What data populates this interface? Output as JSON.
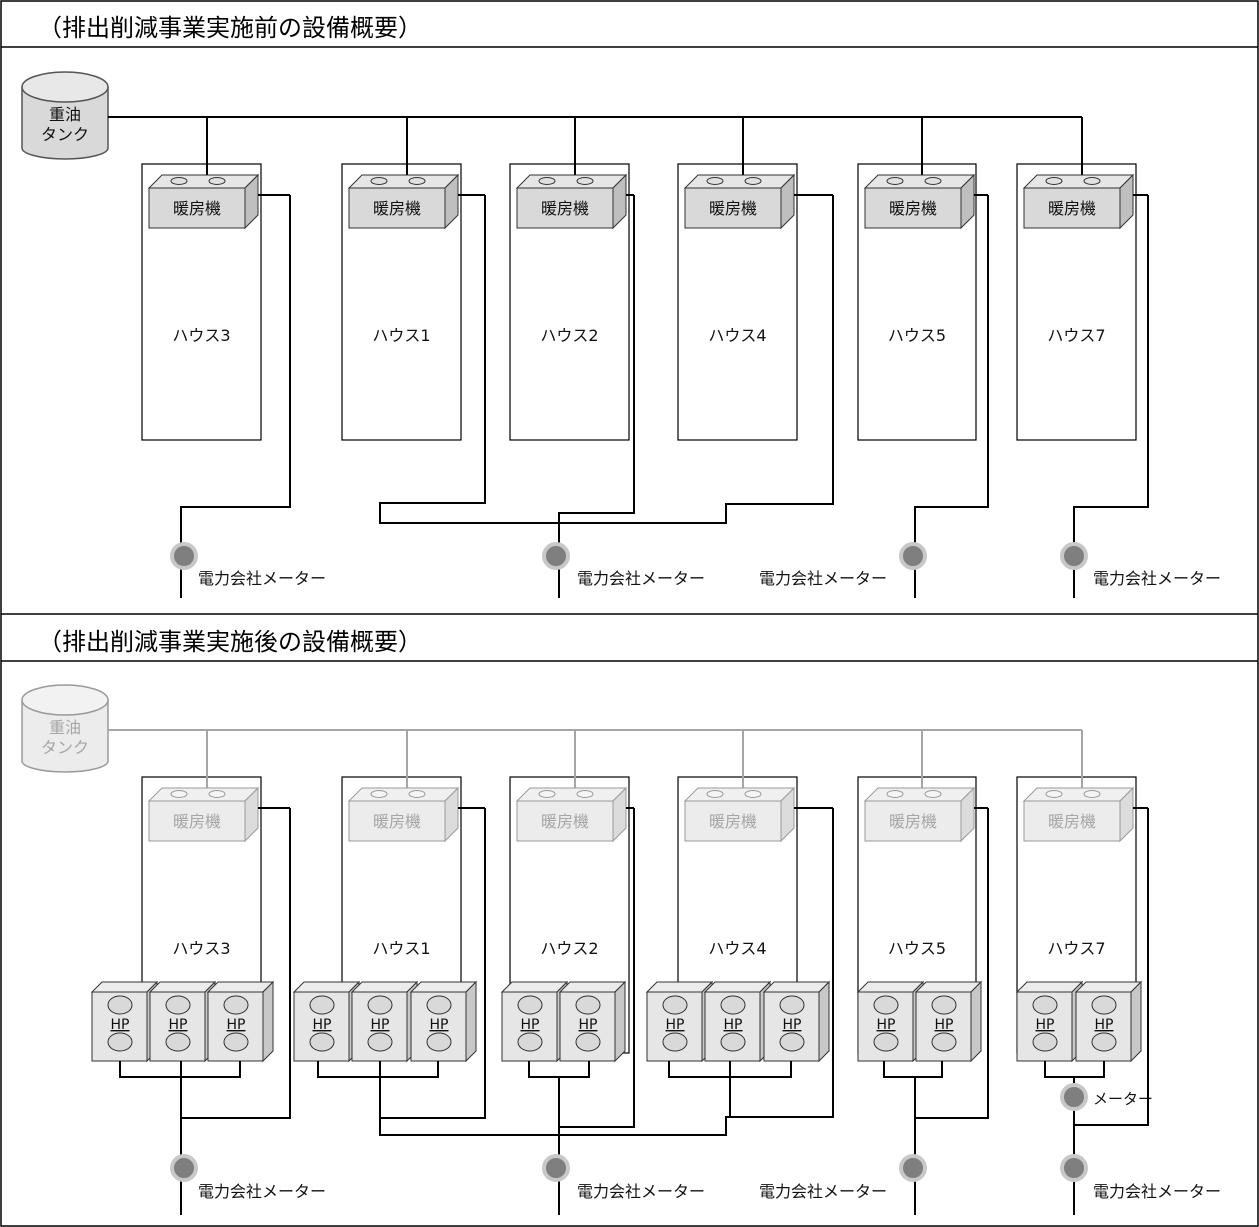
{
  "sections": [
    {
      "title": "（排出削減事業実施前の設備概要）",
      "state": "before",
      "tank_label_lines": [
        "重油",
        "タンク"
      ],
      "heater_label": "暖房機",
      "houses": [
        "ハウス3",
        "ハウス1",
        "ハウス2",
        "ハウス4",
        "ハウス5",
        "ハウス7"
      ],
      "meter_labels": [
        "電力会社メーター",
        "電力会社メーター",
        "電力会社メーター",
        "電力会社メーター"
      ]
    },
    {
      "title": "（排出削減事業実施後の設備概要）",
      "state": "after",
      "tank_label_lines": [
        "重油",
        "タンク"
      ],
      "heater_label": "暖房機",
      "houses": [
        "ハウス3",
        "ハウス1",
        "ハウス2",
        "ハウス4",
        "ハウス5",
        "ハウス7"
      ],
      "hp_label": "HP",
      "hp_counts": [
        3,
        3,
        2,
        3,
        2,
        2
      ],
      "sub_meter_label": "メーター",
      "meter_labels": [
        "電力会社メーター",
        "電力会社メーター",
        "電力会社メーター",
        "電力会社メーター"
      ]
    }
  ],
  "colors": {
    "line": "#000000",
    "faded": "#a6a6a6",
    "fill": "#d9d9d9",
    "meter": "#7f7f7f"
  },
  "icons": [
    "tank-icon",
    "heater-icon",
    "heat-pump-icon",
    "meter-icon"
  ]
}
